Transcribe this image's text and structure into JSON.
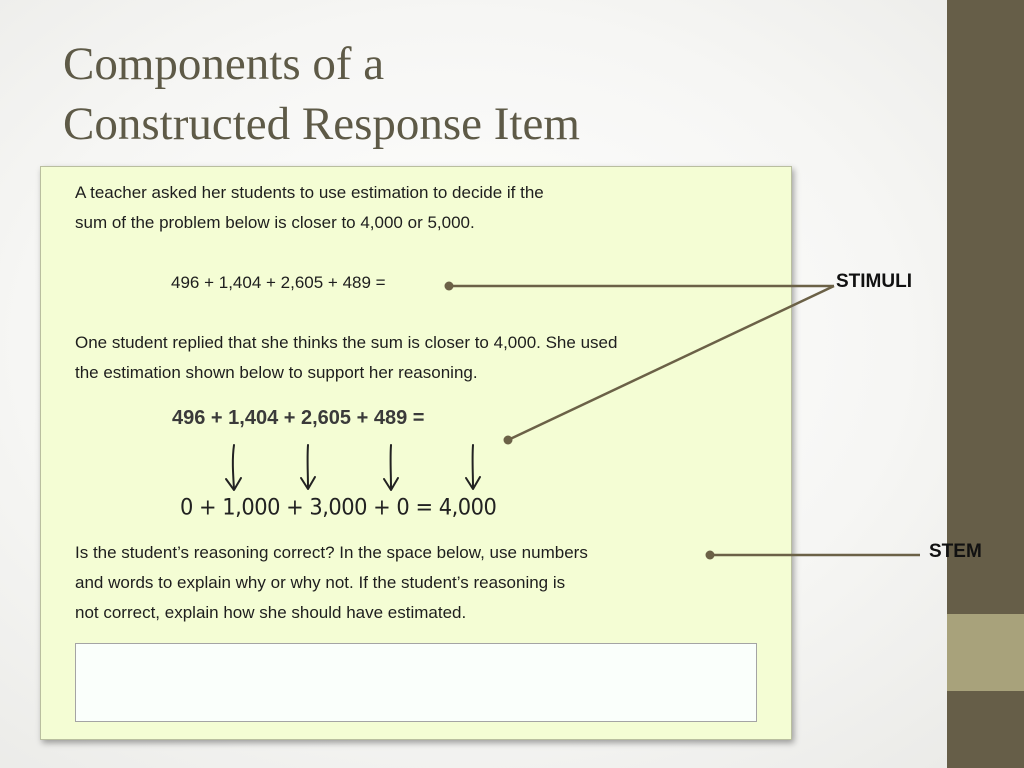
{
  "slide": {
    "title_lines": [
      "Components of a",
      "Constructed Response Item"
    ]
  },
  "item": {
    "intro_lines": [
      "A teacher asked her students to use estimation to decide if the",
      "sum of the problem below is closer to 4,000 or 5,000."
    ],
    "equation": "496 + 1,404 + 2,605 + 489 =",
    "reply_lines": [
      "One student replied that she thinks the sum is closer to 4,000. She used",
      "the estimation shown below to support her reasoning."
    ],
    "estimation": {
      "typed": "496 + 1,404 + 2,605 + 489 =",
      "handwritten": "0  +  1,000  +  3,000  +   0  = 4,000"
    },
    "stem_lines": [
      "Is the student’s reasoning correct? In the space below, use numbers",
      "and words to explain why or why not. If the student’s reasoning is",
      "not correct, explain how she should have estimated."
    ]
  },
  "callouts": {
    "stimuli": "STIMULI",
    "stem": "STEM"
  },
  "colors": {
    "panel_background": "#f4fdd4",
    "title_text": "#5e5a47",
    "right_bar": "#665e48",
    "right_bar_accent": "#a8a27b",
    "connector_line": "#6b6147"
  }
}
